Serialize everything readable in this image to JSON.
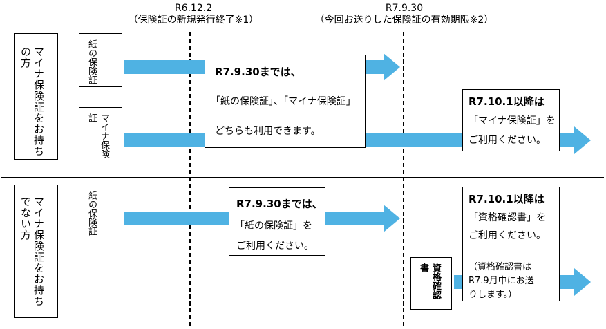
{
  "header": {
    "left_date": "R6.12.2",
    "left_note": "（保険証の新規発行終了※1）",
    "right_date": "R7.9.30",
    "right_note": "（今回お送りした保険証の有効期限※2）"
  },
  "section_top": {
    "side_label": "マイナ保険証をお持ちの方",
    "card_paper": "紙の保険証",
    "card_myna": "マイナ保険証",
    "callout_mid": {
      "line1": "R7.9.30までは、",
      "line2": "「紙の保険証」、「マイナ保険証」",
      "line3": "どちらも利用できます。"
    },
    "callout_right": {
      "line1": "R7.10.1以降は",
      "line2": "「マイナ保険証」を",
      "line3": "ご利用ください。"
    }
  },
  "section_bottom": {
    "side_label": "マイナ保険証をお持ちでない方",
    "card_paper": "紙の保険証",
    "card_cert": "資格確認書",
    "callout_mid": {
      "line1": "R7.9.30までは、",
      "line2": "「紙の保険証」を",
      "line3": "ご利用ください。"
    },
    "callout_right": {
      "line1": "R7.10.1以降は",
      "line2": "「資格確認書」を",
      "line3": "ご利用ください。",
      "note1": "（資格確認書は",
      "note2": "R7.9月中にお送",
      "note3": "りします。）"
    }
  },
  "colors": {
    "arrow": "#4fb2e3",
    "border": "#000000",
    "background": "#ffffff"
  }
}
